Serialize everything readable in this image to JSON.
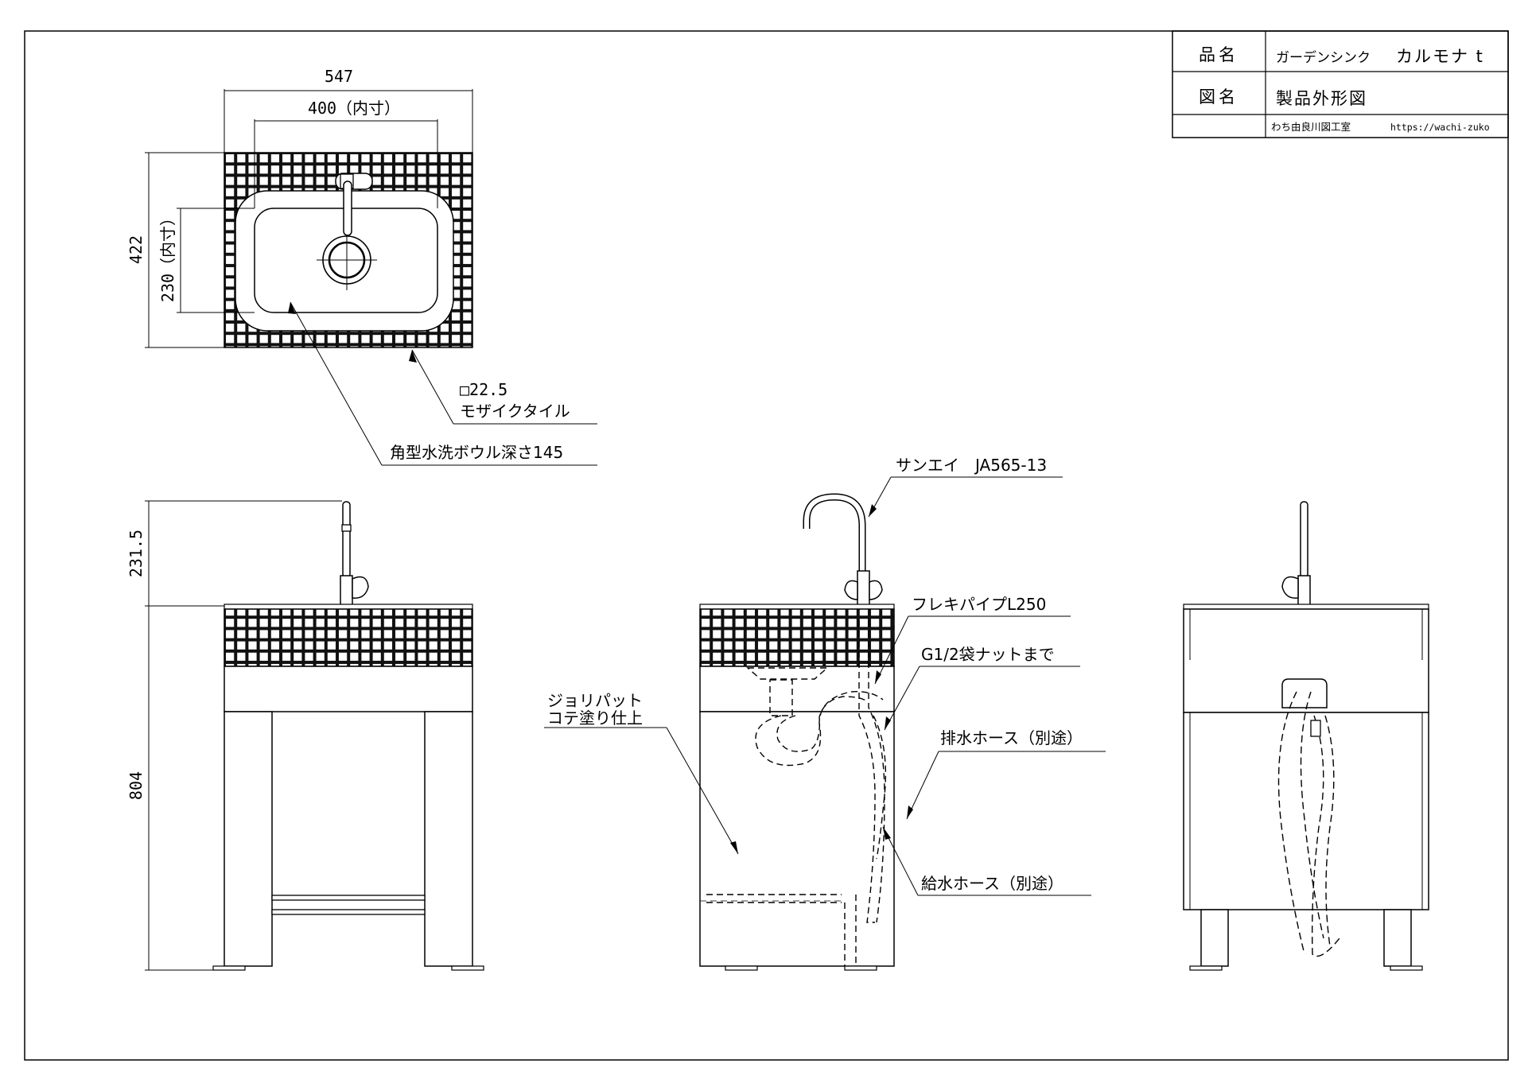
{
  "title_block": {
    "product_label": "品名",
    "product_value_a": "ガーデンシンク",
    "product_value_b": "カルモナ t",
    "drawing_label": "図名",
    "drawing_value": "製品外形図",
    "maker": "わち由良川図工室",
    "url": "https://wachi-zuko"
  },
  "dimensions": {
    "overall_width": "547",
    "inner_width": "400（内寸）",
    "overall_depth": "422",
    "inner_depth": "230（内寸）",
    "faucet_height": "231.5",
    "body_height": "804"
  },
  "callouts": {
    "tile_size": "□22.5",
    "tile_name": "モザイクタイル",
    "bowl": "角型水洗ボウル深さ145",
    "faucet_model": "サンエイ　JA565-13",
    "flex_pipe": "フレキパイプL250",
    "nut": "G1/2袋ナットまで",
    "plaster_1": "ジョリパット",
    "plaster_2": "コテ塗り仕上",
    "drain_hose": "排水ホース（別途）",
    "supply_hose": "給水ホース（別途）"
  }
}
